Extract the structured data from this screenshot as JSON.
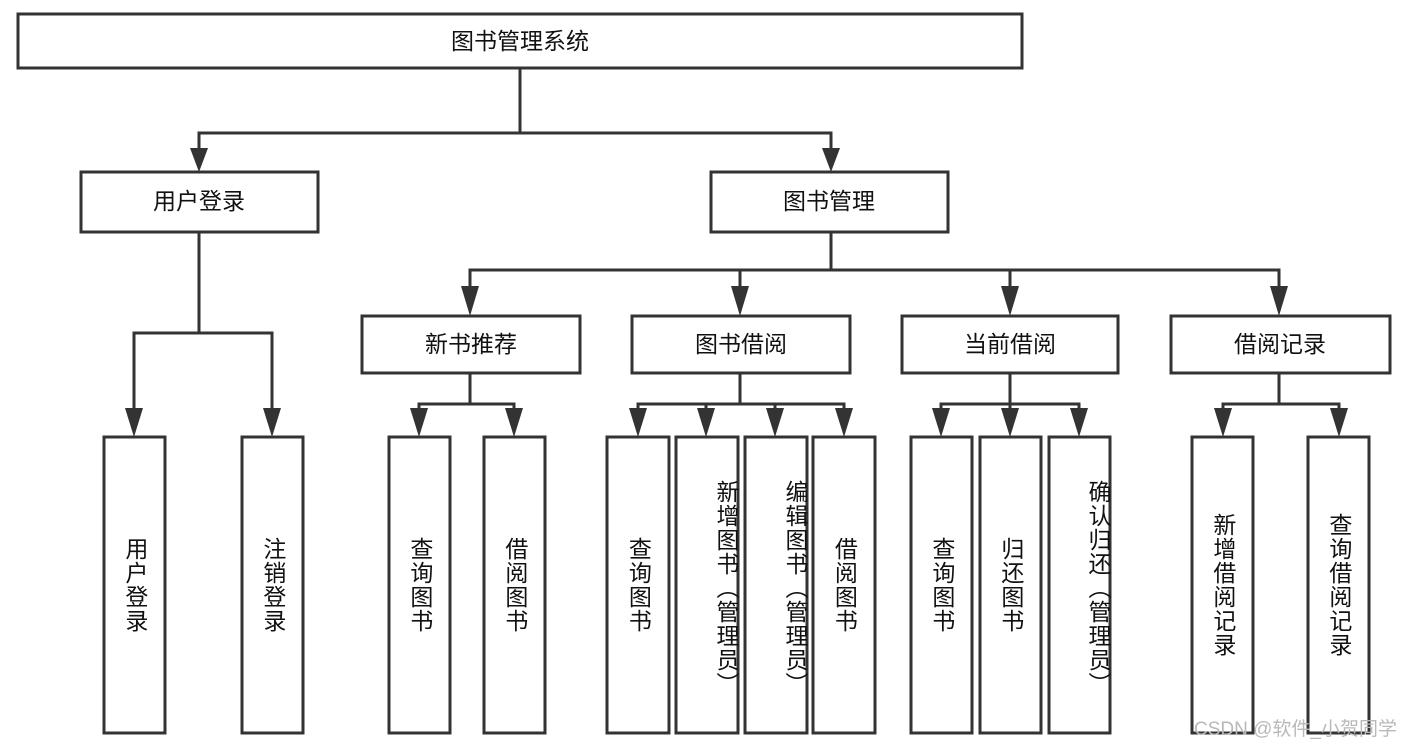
{
  "diagram": {
    "type": "tree-hierarchy",
    "title": "图书管理系统",
    "watermark": "CSDN @软件_小贺同学",
    "colors": {
      "stroke": "#333333",
      "fill": "#ffffff",
      "text": "#111111",
      "watermark": "#b9b9b9",
      "background": "#ffffff"
    },
    "levels": {
      "root": {
        "label": "图书管理系统"
      },
      "level2": [
        {
          "label": "用户登录"
        },
        {
          "label": "图书管理"
        }
      ],
      "level3": [
        {
          "label": "新书推荐"
        },
        {
          "label": "图书借阅"
        },
        {
          "label": "当前借阅"
        },
        {
          "label": "借阅记录"
        }
      ]
    },
    "groups": [
      {
        "parent": "用户登录",
        "leaves": [
          {
            "label": "用户登录"
          },
          {
            "label": "注销登录"
          }
        ]
      },
      {
        "parent": "新书推荐",
        "leaves": [
          {
            "label": "查询图书"
          },
          {
            "label": "借阅图书"
          }
        ]
      },
      {
        "parent": "图书借阅",
        "leaves": [
          {
            "label": "查询图书"
          },
          {
            "label": "新增图书（管理员）"
          },
          {
            "label": "编辑图书（管理员）"
          },
          {
            "label": "借阅图书"
          }
        ]
      },
      {
        "parent": "当前借阅",
        "leaves": [
          {
            "label": "查询图书"
          },
          {
            "label": "归还图书"
          },
          {
            "label": "确认归还（管理员）"
          }
        ]
      },
      {
        "parent": "借阅记录",
        "leaves": [
          {
            "label": "新增借阅记录"
          },
          {
            "label": "查询借阅记录"
          }
        ]
      }
    ]
  }
}
